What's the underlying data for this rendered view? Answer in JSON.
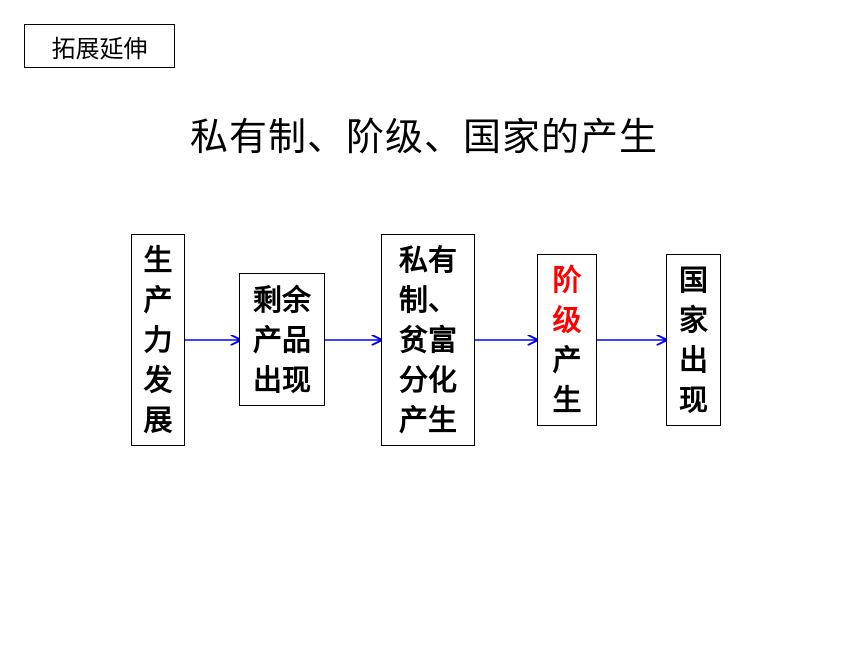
{
  "tag": "拓展延伸",
  "title": "私有制、阶级、国家的产生",
  "accent_color": "#ff0000",
  "arrow_color": "#0000ff",
  "boxes": [
    {
      "lines": [
        "生",
        "产",
        "力",
        "发",
        "展"
      ]
    },
    {
      "lines": [
        "剩余",
        "产品",
        "出现"
      ]
    },
    {
      "lines": [
        "私有",
        "制、",
        "贫富",
        "分化",
        "产生"
      ]
    },
    {
      "lines": [
        "阶",
        "级",
        "产",
        "生"
      ],
      "highlight": [
        "阶",
        "级"
      ]
    },
    {
      "lines": [
        "国",
        "家",
        "出",
        "现"
      ]
    }
  ]
}
